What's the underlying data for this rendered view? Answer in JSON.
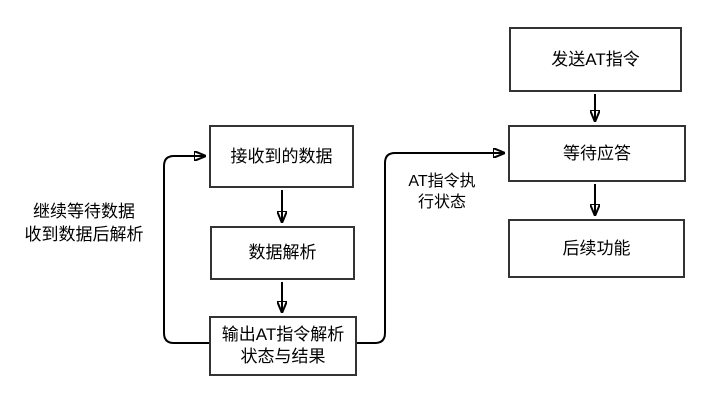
{
  "diagram": {
    "type": "flowchart",
    "colors": {
      "background": "#ffffff",
      "box_fill": "#ffffff",
      "box_border": "#333333",
      "line": "#000000",
      "text": "#000000"
    },
    "nodes": {
      "receive": {
        "label": "接收到的数据"
      },
      "parse": {
        "label": "数据解析"
      },
      "output": {
        "line1": "输出AT指令解析",
        "line2": "状态与结果"
      },
      "send": {
        "label": "发送AT指令"
      },
      "wait": {
        "label": "等待应答"
      },
      "follow": {
        "label": "后续功能"
      }
    },
    "annotations": {
      "side_note": {
        "line1": "继续等待数据",
        "line2": "收到数据后解析"
      },
      "edge_label": {
        "line1": "AT指令执",
        "line2": "行状态"
      }
    },
    "edges": [
      {
        "from": "send",
        "to": "wait",
        "label": ""
      },
      {
        "from": "wait",
        "to": "follow",
        "label": ""
      },
      {
        "from": "receive",
        "to": "parse",
        "label": ""
      },
      {
        "from": "parse",
        "to": "output",
        "label": ""
      },
      {
        "from": "output",
        "to": "receive",
        "label": "继续等待数据 收到数据后解析"
      },
      {
        "from": "output",
        "to": "wait",
        "label": "AT指令执行状态"
      }
    ]
  }
}
